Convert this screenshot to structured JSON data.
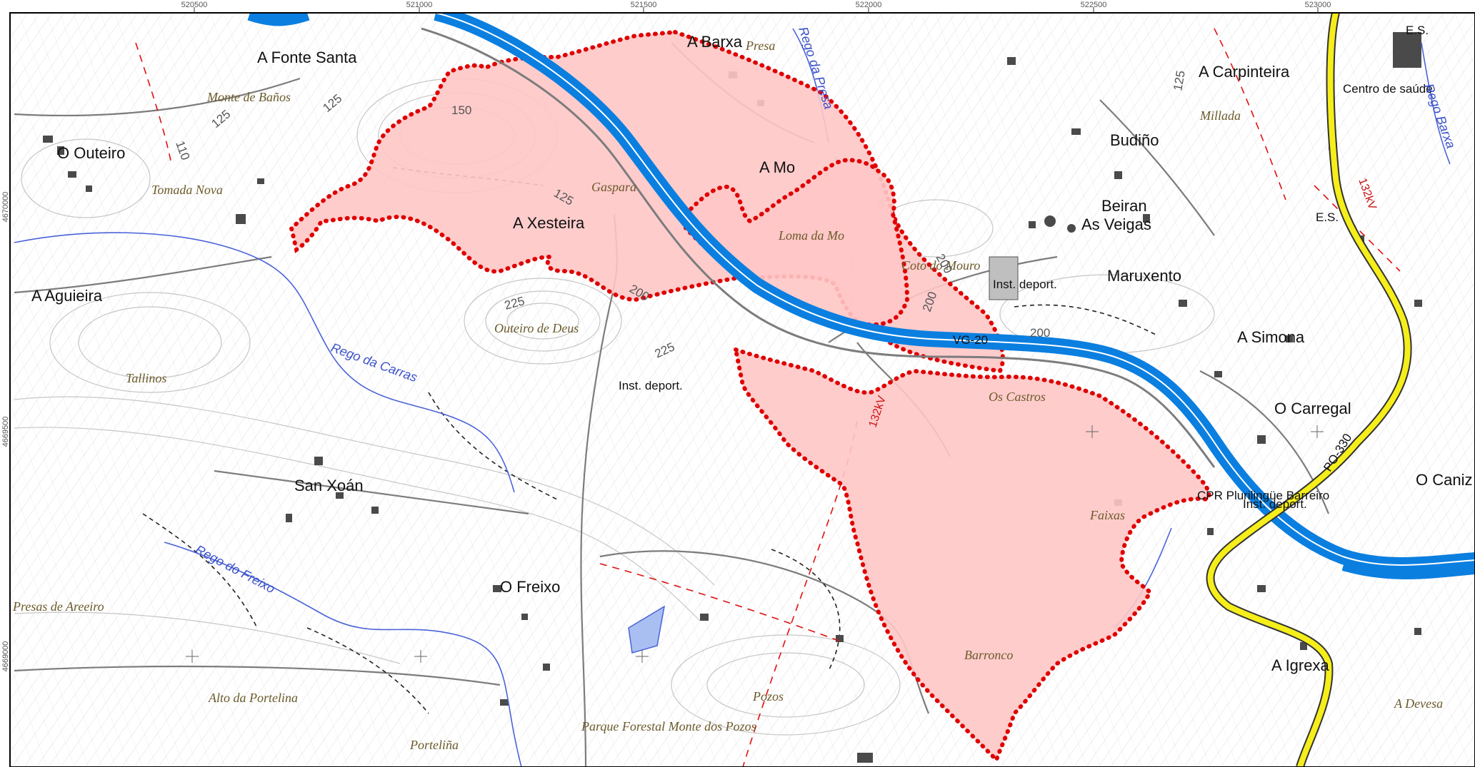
{
  "map": {
    "colors": {
      "background": "#ffffff",
      "river": "#0a7fe0",
      "zone_fill": "#ffc7c7",
      "zone_border": "#e00000",
      "main_road": "#f5ee1a",
      "contour": "#c9c9c9",
      "parcel": "#8c8c8c",
      "building": "#4a4a4a",
      "stream": "#4a63d8",
      "fault": "#e01010"
    },
    "top_ticks": [
      "520500",
      "521000",
      "521500",
      "522000",
      "522500",
      "523000"
    ],
    "left_ticks": [
      "4670000",
      "4669500",
      "4669000"
    ],
    "places": {
      "a_fonte_santa": "A Fonte Santa",
      "o_outeiro": "O Outeiro",
      "a_aguieira": "A Aguieira",
      "a_xesteira": "A Xesteira",
      "a_barxa": "A Barxa",
      "a_mo": "A Mo",
      "a_carpinteira": "A Carpinteira",
      "budino": "Budiño",
      "beiran": "Beiran",
      "as_veigas": "As Veigas",
      "maruxento": "Maruxento",
      "a_simona": "A Simona",
      "o_carregal": "O Carregal",
      "o_caniza": "O Caniz",
      "san_xoan": "San Xoán",
      "o_freixo": "O Freixo",
      "a_igrexa": "A Igrexa",
      "es_top": "E.S.",
      "es_mid": "E.S.",
      "centro_saude": "Centro de saúde",
      "inst_deport_1": "Inst. deport.",
      "inst_deport_2": "Inst. deport.",
      "inst_deport_3": "Inst. deport.",
      "cpr": "CPR Plurilingüe Barreiro"
    },
    "localities": {
      "monte_de_banos": "Monte de Baños",
      "tomada_nova": "Tomada Nova",
      "tallinos": "Tallinos",
      "outeiro_de_deus": "Outeiro de Deus",
      "gaspara": "Gaspara",
      "loma_da_mo": "Loma da Mo",
      "coto_do_mouro": "Coto do Mouro",
      "presa": "Presa",
      "millada": "Millada",
      "os_castros": "Os Castros",
      "faixas": "Faixas",
      "barronco": "Barronco",
      "presas_de_areeiro": "Presas de Areeiro",
      "alto_da_portelina": "Alto da Portelina",
      "portelina": "Porteliña",
      "pozos": "Pozos",
      "parque_forestal": "Parque Forestal Monte dos Pozos",
      "a_devesa": "A Devesa"
    },
    "streams": {
      "rego_da_carras": "Rego da Carras",
      "rego_do_freixo": "Rego do Freixo",
      "rego_da_presa": "Rego da Presa",
      "rego_barxa": "Rego Barxa"
    },
    "roads": {
      "vg20": "VG-20",
      "po330": "PO-330"
    },
    "contours": [
      "150",
      "125",
      "125",
      "110",
      "125",
      "225",
      "200",
      "225",
      "200",
      "200",
      "200",
      "125"
    ],
    "faults": {
      "f132": "132kV",
      "f132b": "132kV"
    }
  }
}
